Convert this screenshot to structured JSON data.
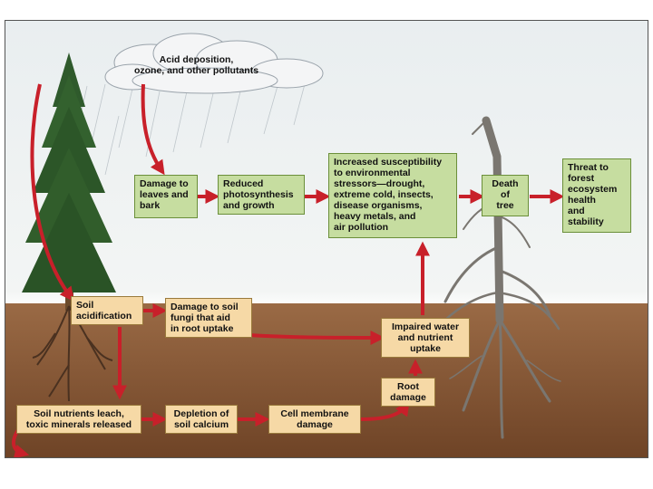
{
  "diagram": {
    "cloud_label": "Acid deposition,\nozone, and other pollutants",
    "boxes": {
      "leaves": "Damage to\nleaves and\nbark",
      "photosynthesis": "Reduced\nphotosynthesis\nand growth",
      "susceptibility": "Increased susceptibility\nto environmental\nstressors—drought,\nextreme cold, insects,\ndisease organisms,\nheavy metals, and\nair pollution",
      "death": "Death\nof\ntree",
      "threat": "Threat to\nforest\necosystem\nhealth\nand\nstability",
      "acidification": "Soil\nacidification",
      "fungi": "Damage to soil\nfungi that aid\nin root uptake",
      "impaired": "Impaired water\nand nutrient\nuptake",
      "root": "Root\ndamage",
      "leach": "Soil nutrients leach,\ntoxic minerals released",
      "calcium": "Depletion of\nsoil calcium",
      "membrane": "Cell membrane\ndamage"
    },
    "colors": {
      "box_green": "#c6dda0",
      "box_tan": "#f6d9a6",
      "arrow_red": "#c8202a",
      "soil": "#8a5a3a"
    }
  }
}
